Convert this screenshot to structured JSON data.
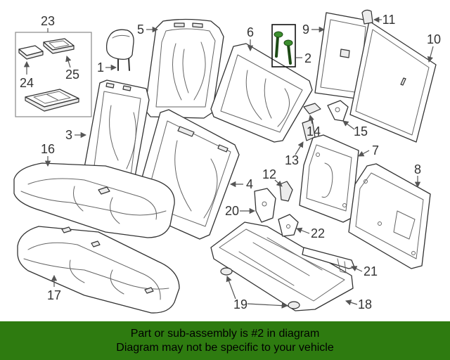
{
  "diagram": {
    "callouts": [
      "1",
      "2",
      "3",
      "4",
      "5",
      "6",
      "7",
      "8",
      "9",
      "10",
      "11",
      "12",
      "13",
      "14",
      "15",
      "16",
      "17",
      "18",
      "19",
      "20",
      "21",
      "22",
      "23",
      "24",
      "25"
    ]
  },
  "banner": {
    "line1": "Part or sub-assembly is #2 in diagram",
    "line2": "Diagram may not be specific to your vehicle"
  },
  "colors": {
    "banner_background": "#2e7b10",
    "banner_text": "#000000",
    "highlighted_part": "#3c8f2e",
    "line_art": "#333333"
  }
}
